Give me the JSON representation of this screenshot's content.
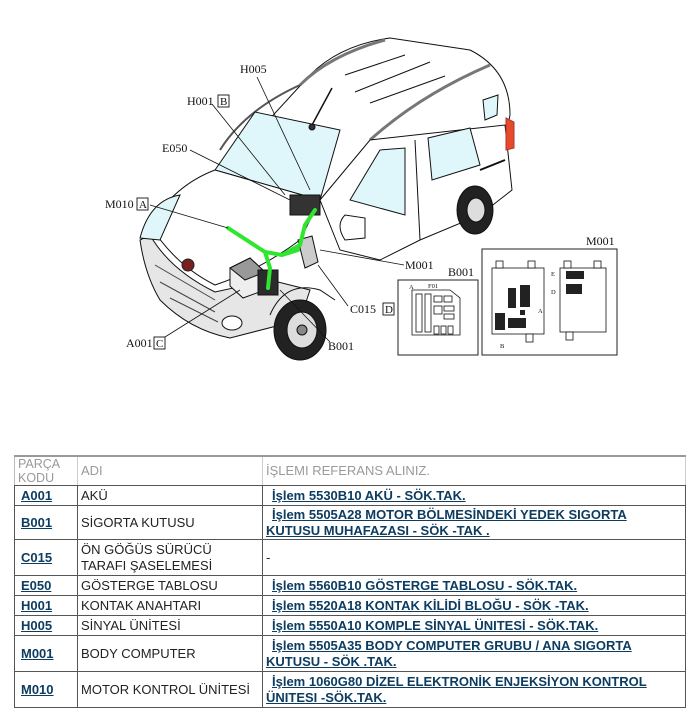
{
  "diagram": {
    "callouts": {
      "h005": "H005",
      "h001": "H001",
      "h001_tag": "B",
      "e050": "E050",
      "m010": "M010",
      "m010_tag": "A",
      "a001": "A001",
      "a001_tag": "C",
      "c015": "C015",
      "c015_tag": "D",
      "b001": "B001",
      "m001": "M001"
    },
    "insets": {
      "b001_title": "B001",
      "b001_labels": {
        "a": "A",
        "f01": "F01"
      },
      "m001_title": "M001",
      "m001_labels": {
        "a": "A",
        "b": "B",
        "d": "D",
        "e": "E"
      }
    }
  },
  "table": {
    "header": {
      "code_line1": "PARÇA",
      "code_line2": "KODU",
      "name": "ADI",
      "operation": "İŞLEMI REFERANS ALINIZ."
    },
    "rows": [
      {
        "code": "A001",
        "name": "AKÜ",
        "operation": "İşlem 5530B10 AKÜ - SÖK.TAK."
      },
      {
        "code": "B001",
        "name": "SİGORTA KUTUSU",
        "operation": "İşlem 5505A28 MOTOR BÖLMESİNDEKİ YEDEK SIGORTA KUTUSU MUHAFAZASI - SÖK -TAK ."
      },
      {
        "code": "C015",
        "name": "ÖN GÖĞÜS SÜRÜCÜ TARAFI ŞASELEMESİ",
        "operation": "-"
      },
      {
        "code": "E050",
        "name": "GÖSTERGE TABLOSU",
        "operation": "İşlem 5560B10 GÖSTERGE TABLOSU - SÖK.TAK."
      },
      {
        "code": "H001",
        "name": "KONTAK ANAHTARI",
        "operation": "İşlem 5520A18 KONTAK KİLİDİ BLOĞU - SÖK -TAK."
      },
      {
        "code": "H005",
        "name": "SİNYAL ÜNİTESİ",
        "operation": "İşlem 5550A10 KOMPLE SİNYAL ÜNITESİ - SÖK.TAK."
      },
      {
        "code": "M001",
        "name": "BODY COMPUTER",
        "operation": "İşlem 5505A35 BODY COMPUTER GRUBU / ANA SIGORTA KUTUSU - SÖK .TAK."
      },
      {
        "code": "M010",
        "name": "MOTOR KONTROL ÜNİTESİ",
        "operation": "İşlem 1060G80 DİZEL ELEKTRONİK ENJEKSİYON KONTROL ÜNITESI -SÖK.TAK."
      }
    ]
  },
  "colors": {
    "link": "#0d3c61",
    "harness": "#2ee62e",
    "glass": "#dff6fb",
    "tail_light": "#e8492a"
  }
}
